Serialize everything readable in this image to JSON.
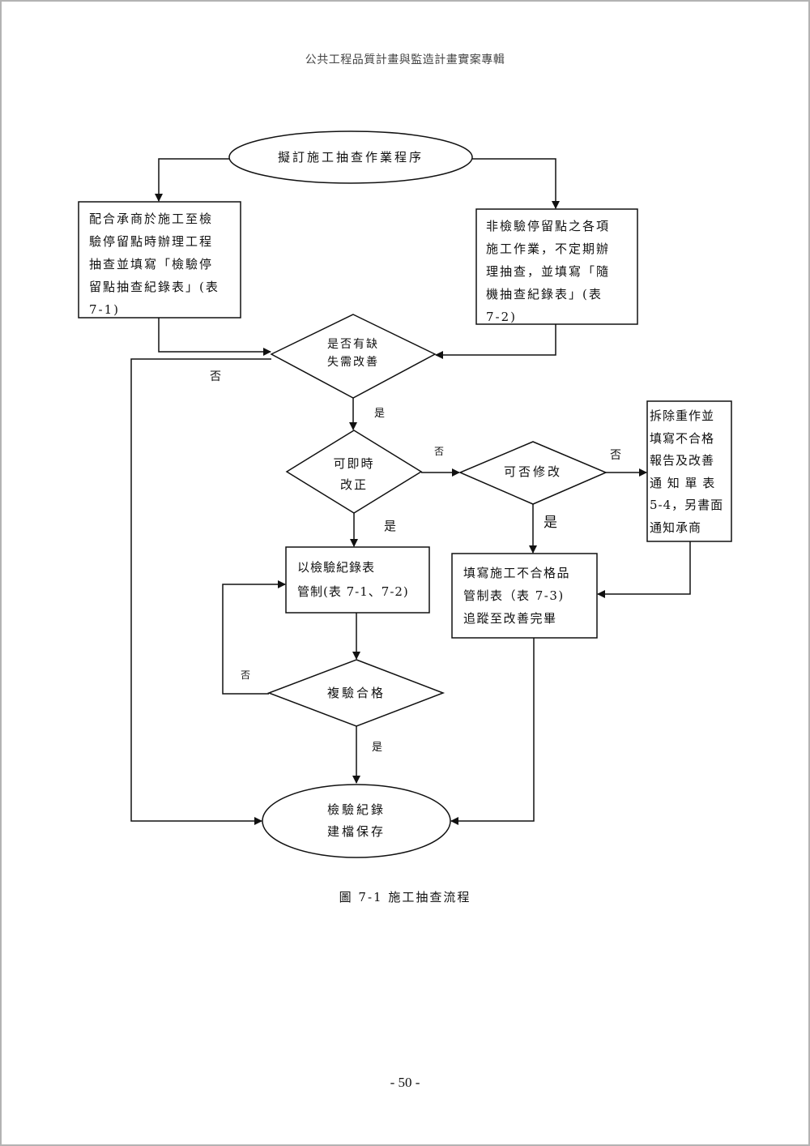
{
  "header": {
    "running_title": "公共工程品質計畫與監造計畫實案專輯"
  },
  "flowchart": {
    "start": "擬訂施工抽查作業程序",
    "left_box": [
      "配合承商於施工至檢",
      "驗停留點時辦理工程",
      "抽查並填寫「檢驗停",
      "留點抽查紀錄表」(表",
      "7-1)"
    ],
    "right_box": [
      "非檢驗停留點之各項",
      "施工作業，不定期辦",
      "理抽查，並填寫「隨",
      "機抽查紀錄表」(表",
      "7-2)"
    ],
    "decision_defect": [
      "是否有缺",
      "失需改善"
    ],
    "decision_immediate": [
      "可即時",
      "改正"
    ],
    "decision_modifiable": "可否修改",
    "rework_box": [
      "拆除重作並",
      "填寫不合格",
      "報告及改善",
      "通 知 單 表",
      "5-4，另書面",
      "通知承商"
    ],
    "control_box": [
      "以檢驗紀錄表",
      "管制(表 7-1、7-2)"
    ],
    "nonconform_box": [
      "填寫施工不合格品",
      "管制表（表 7-3)",
      "追蹤至改善完畢"
    ],
    "decision_recheck": "複驗合格",
    "end": [
      "檢驗紀錄",
      "建檔保存"
    ],
    "labels": {
      "defect_no": "否",
      "defect_yes": "是",
      "immediate_no": "否",
      "immediate_yes": "是",
      "modifiable_no": "否",
      "modifiable_yes": "是",
      "recheck_no": "否",
      "recheck_yes": "是"
    }
  },
  "caption": "圖 7-1 施工抽查流程",
  "footer": {
    "page_number": "- 50 -"
  },
  "colors": {
    "line": "#111111",
    "border": "#b3b3b3",
    "header_text": "#444444"
  }
}
